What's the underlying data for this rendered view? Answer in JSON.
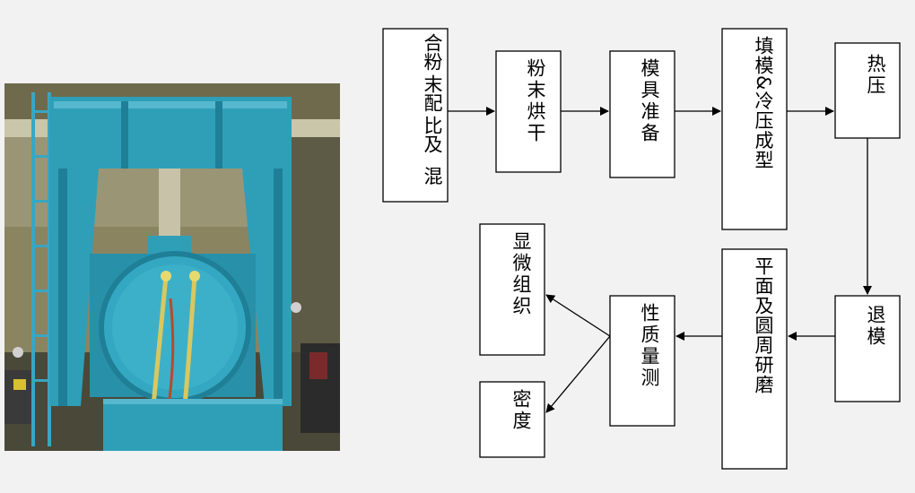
{
  "flowchart": {
    "nodes": {
      "mix": [
        "合粉",
        "末配",
        "比及",
        "混"
      ],
      "dry": "粉末烘干",
      "mold_prep": "模具准备",
      "fill_press": "填模&冷压成型",
      "hot_press": "热压",
      "demold": "退模",
      "grind": "平面及圆周研磨",
      "measure": "性质量测",
      "micro": "显微组织",
      "density": "密度"
    }
  },
  "colors": {
    "background": "#f2f2f2",
    "machine_teal": "#2f9fb8",
    "box_fill": "#ffffff",
    "box_stroke": "#000000"
  }
}
